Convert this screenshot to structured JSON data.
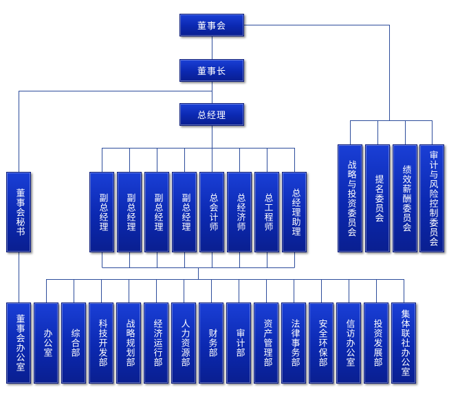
{
  "colors": {
    "box": "#0b28b0",
    "line": "#2a4a9a",
    "text": "#ffffff"
  },
  "top": {
    "board": "董事会",
    "chairman": "董事长",
    "gm": "总经理",
    "board_secretary": "董事会秘书"
  },
  "committees": [
    "战略与投资委员会",
    "提名委员会",
    "绩效薪酬委员会",
    "审计与风险控制委员会"
  ],
  "executives": [
    "副总经理",
    "副总经理",
    "副总经理",
    "副总经理",
    "总会计师",
    "总经济师",
    "总工程师",
    "总经理助理"
  ],
  "departments": [
    "董事会办公室",
    "办公室",
    "综合部",
    "科技开发部",
    "战略规划部",
    "经济运行部",
    "人力资源部",
    "财务部",
    "审计部",
    "资产管理部",
    "法律事务部",
    "安全环保部",
    "信访办公室",
    "投资发展部",
    "集体联社办公室"
  ]
}
